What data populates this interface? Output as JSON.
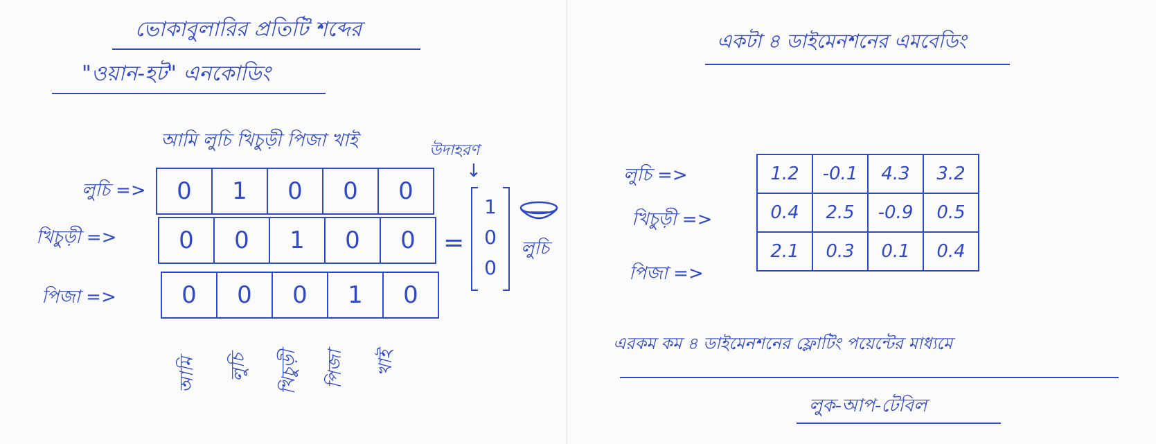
{
  "left": {
    "title_line1": "ভোকাবুলারির প্রতিটি শব্দের",
    "title_line2": "\"ওয়ান-হট\" এনকোডিং",
    "sentence": "আমি লুচি খিচুড়ী পিজা খাই",
    "example_label": "উদাহরণ",
    "row_labels": [
      "লুচি =>",
      "খিচুড়ী =>",
      "পিজা =>"
    ],
    "rows": [
      [
        "0",
        "1",
        "0",
        "0",
        "0"
      ],
      [
        "0",
        "0",
        "1",
        "0",
        "0"
      ],
      [
        "0",
        "0",
        "0",
        "1",
        "0"
      ]
    ],
    "equals": "=",
    "vector": [
      "1",
      "0",
      "0"
    ],
    "vector_word": "লুচি",
    "column_words": [
      "আমি",
      "লুচি",
      "খিচুড়ী",
      "পিজা",
      "খাই"
    ]
  },
  "right": {
    "title": "একটা ৪ ডাইমেনশনের এমবেডিং",
    "row_labels": [
      "লুচি =>",
      "খিচুড়ী =>",
      "পিজা =>"
    ],
    "rows": [
      [
        "1.2",
        "-0.1",
        "4.3",
        "3.2"
      ],
      [
        "0.4",
        "2.5",
        "-0.9",
        "0.5"
      ],
      [
        "2.1",
        "0.3",
        "0.1",
        "0.4"
      ]
    ],
    "caption_line1": "এরকম কম ৪ ডাইমেনশনের ফ্লোটিং পয়েন্টের মাধ্যমে",
    "caption_line2": "লুক-আপ-টেবিল"
  }
}
